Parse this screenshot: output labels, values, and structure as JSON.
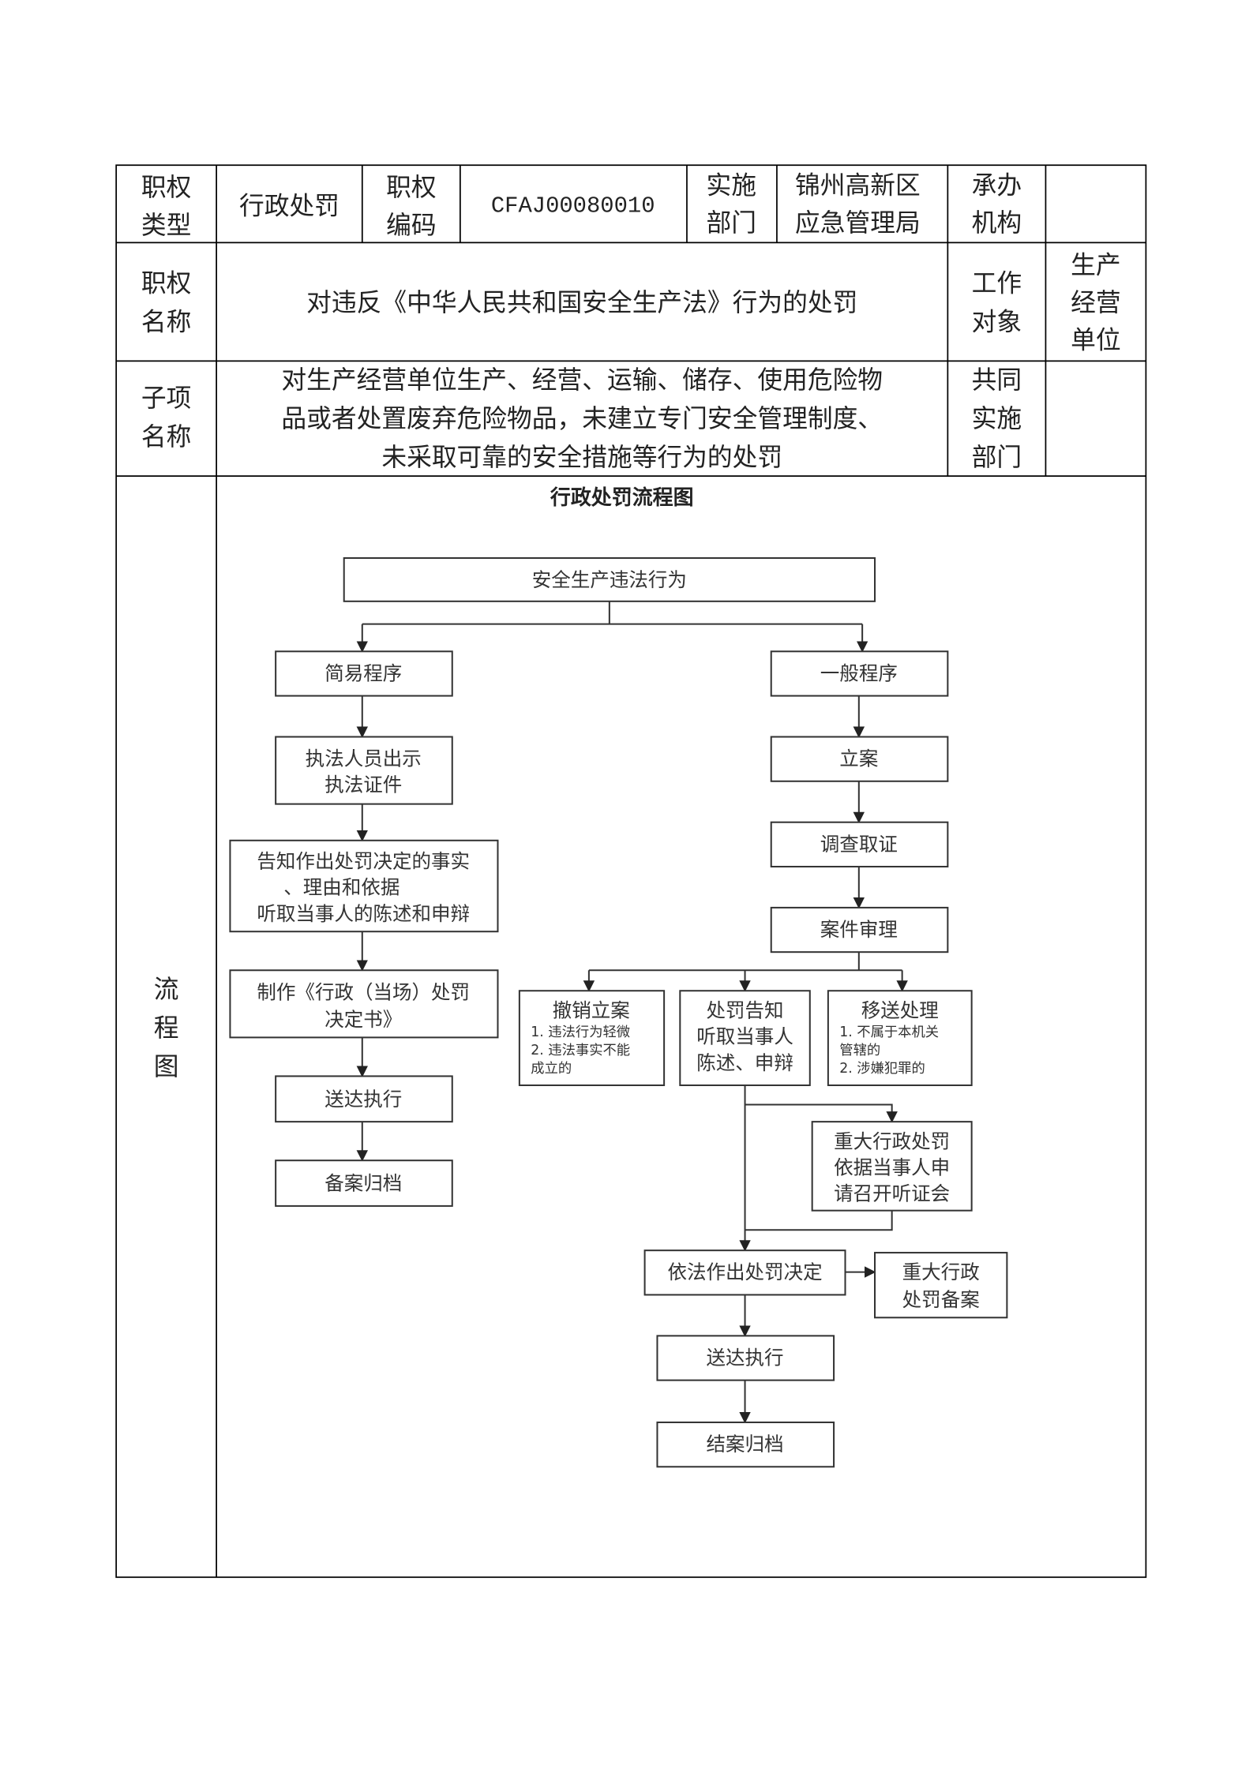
{
  "table": {
    "row1": {
      "label_type": [
        "职权",
        "类型"
      ],
      "type_value": "行政处罚",
      "label_code": [
        "职权",
        "编码"
      ],
      "code": "CFAJ00080010",
      "label_dept": [
        "实施",
        "部门"
      ],
      "dept": [
        "锦州高新区",
        "应急管理局"
      ],
      "label_org": [
        "承办",
        "机构"
      ]
    },
    "row2": {
      "label_name": [
        "职权",
        "名称"
      ],
      "name": "对违反《中华人民共和国安全生产法》行为的处罚",
      "label_target": [
        "工作",
        "对象"
      ],
      "target": [
        "生产",
        "经营",
        "单位"
      ]
    },
    "row3": {
      "label_sub": [
        "子项",
        "名称"
      ],
      "sub": [
        "对生产经营单位生产、经营、运输、储存、使用危险物",
        "品或者处置废弃危险物品，未建立专门安全管理制度、",
        "未采取可靠的安全措施等行为的处罚"
      ],
      "label_joint": [
        "共同",
        "实施",
        "部门"
      ]
    },
    "row4": {
      "label_flow": [
        "流",
        "程",
        "图"
      ]
    }
  },
  "flowchart": {
    "title": "行政处罚流程图",
    "start": "安全生产违法行为",
    "simple": {
      "head": "简易程序",
      "s1": [
        "执法人员出示",
        "执法证件"
      ],
      "s2": [
        "告知作出处罚决定的事实",
        "、理由和依据",
        "听取当事人的陈述和申辩"
      ],
      "s3": [
        "制作《行政（当场）处罚",
        "决定书》"
      ],
      "s4": "送达执行",
      "s5": "备案归档"
    },
    "general": {
      "head": "一般程序",
      "s1": "立案",
      "s2": "调查取证",
      "s3": "案件审理",
      "revoke": {
        "title": "撤销立案",
        "lines": [
          "1. 违法行为轻微",
          "2. 违法事实不能",
          "成立的"
        ]
      },
      "notify": {
        "title": "处罚告知",
        "lines": [
          "听取当事人",
          "陈述、申辩"
        ]
      },
      "transfer": {
        "title": "移送处理",
        "lines": [
          "1. 不属于本机关",
          "管辖的",
          "2. 涉嫌犯罪的"
        ]
      },
      "hearing": [
        "重大行政处罚",
        "依据当事人申",
        "请召开听证会"
      ],
      "decision": "依法作出处罚决定",
      "filing": [
        "重大行政",
        "处罚备案"
      ],
      "deliver": "送达执行",
      "close": "结案归档"
    }
  }
}
